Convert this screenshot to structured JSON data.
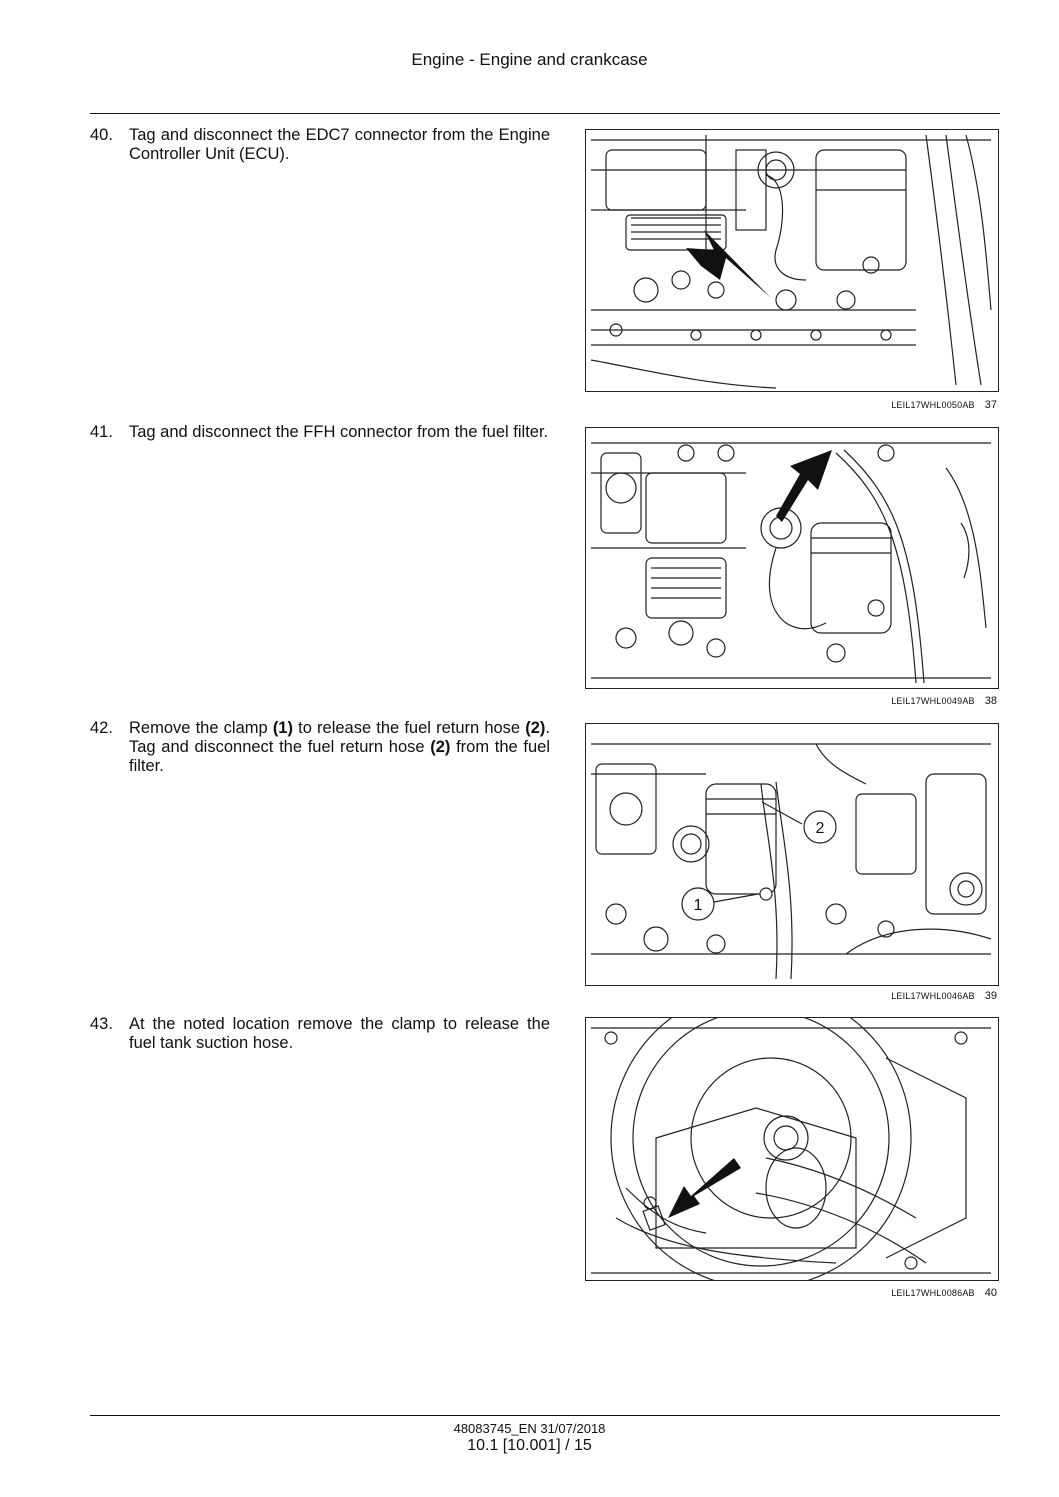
{
  "header": {
    "title": "Engine - Engine and crankcase"
  },
  "steps": [
    {
      "number": "40.",
      "text": "Tag and disconnect the EDC7 connector from the Engine Controller Unit (ECU).",
      "figure": {
        "code": "LEIL17WHL0050AB",
        "number": "37"
      }
    },
    {
      "number": "41.",
      "text": "Tag and disconnect the FFH connector from the fuel filter.",
      "figure": {
        "code": "LEIL17WHL0049AB",
        "number": "38"
      }
    },
    {
      "number": "42.",
      "text_parts": [
        "Remove the clamp ",
        "(1)",
        " to release the fuel return hose ",
        "(2)",
        ". Tag and disconnect the fuel return hose ",
        "(2)",
        " from the fuel filter."
      ],
      "figure": {
        "code": "LEIL17WHL0046AB",
        "number": "39",
        "callouts": [
          "1",
          "2"
        ]
      }
    },
    {
      "number": "43.",
      "text": "At the noted location remove the clamp to release the fuel tank suction hose.",
      "figure": {
        "code": "LEIL17WHL0086AB",
        "number": "40"
      }
    }
  ],
  "footer": {
    "doc_id": "48083745_EN 31/07/2018",
    "page": "10.1 [10.001] / 15"
  }
}
